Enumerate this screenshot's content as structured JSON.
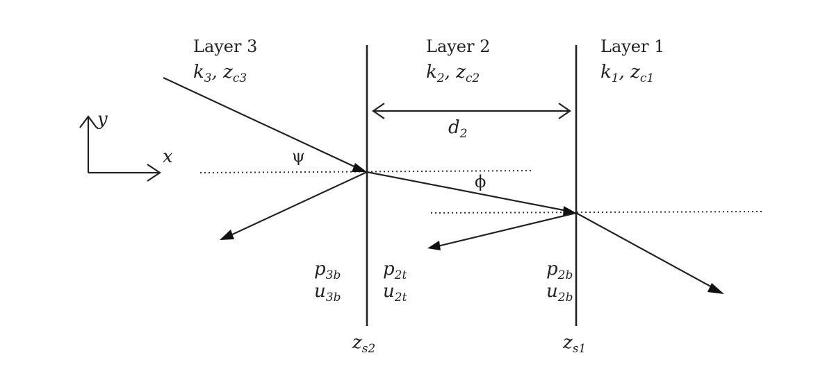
{
  "layers": [
    {
      "name": "Layer 3",
      "k": "k",
      "k_sub": "3",
      "z": "z",
      "z_sub": "c3"
    },
    {
      "name": "Layer 2",
      "k": "k",
      "k_sub": "2",
      "z": "z",
      "z_sub": "c2"
    },
    {
      "name": "Layer 1",
      "k": "k",
      "k_sub": "1",
      "z": "z",
      "z_sub": "c1"
    }
  ],
  "axes": {
    "x": "x",
    "y": "y"
  },
  "dimension": {
    "base": "d",
    "sub": "2"
  },
  "angles": {
    "psi": "ψ",
    "phi": "ϕ"
  },
  "fields": {
    "p3b": {
      "base": "p",
      "sub": "3b"
    },
    "u3b": {
      "base": "u",
      "sub": "3b"
    },
    "p2t": {
      "base": "p",
      "sub": "2t"
    },
    "u2t": {
      "base": "u",
      "sub": "2t"
    },
    "p2b": {
      "base": "p",
      "sub": "2b"
    },
    "u2b": {
      "base": "u",
      "sub": "2b"
    }
  },
  "interfaces": {
    "zs2": {
      "base": "z",
      "sub": "s2"
    },
    "zs1": {
      "base": "z",
      "sub": "s1"
    }
  }
}
